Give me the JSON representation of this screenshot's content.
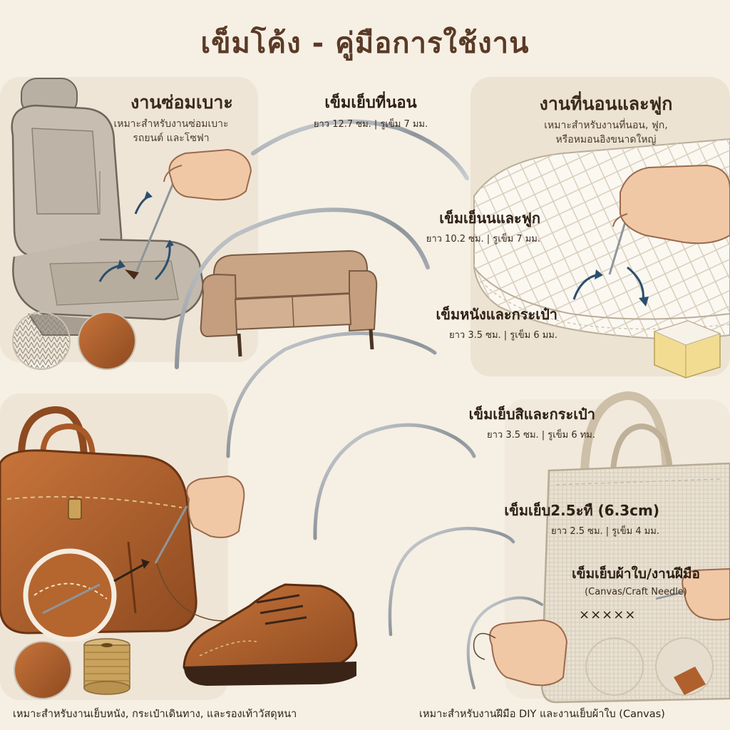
{
  "title": "เข็มโค้ง - คู่มือการใช้งาน",
  "sections": {
    "seat": {
      "heading": "งานซ่อมเบาะ",
      "desc_line1": "เหมาะสำหรับงานซ่อมเบาะ",
      "desc_line2": "รถยนต์ และโซฟา"
    },
    "mattress": {
      "heading": "งานที่นอนและฟูก",
      "desc_line1": "เหมาะสำหรับงานที่นอน, ฟูก,",
      "desc_line2": "หรือหมอนอิงขนาดใหญ่"
    },
    "leather": {
      "caption": "เหมาะสำหรับงานเย็บหนัง, กระเป๋าเดินทาง, และรองเท้าวัสดุหนา"
    },
    "canvas": {
      "caption": "เหมาะสำหรับงานฝีมือ DIY และงานเย็บผ้าใบ (Canvas)"
    }
  },
  "needles": [
    {
      "name": "เข็มเย็บที่นอน",
      "spec": "ยาว 12.7 ซม. | รูเข็ม 7 มม."
    },
    {
      "name": "เข็มเย็นนและฟูก",
      "spec": "ยาว 10.2 ซม. | รูเข็ม 7 มม."
    },
    {
      "name": "เข็มหนังและกระเป๋า",
      "spec": "ยาว 3.5 ซม. | รูเข็ม 6 มม."
    },
    {
      "name": "เข็มเย็บสิและกระเป๋า",
      "spec": "ยาว 3.5 ซม. | รูเข็ม 6 ทม."
    },
    {
      "name": "เข็มเย็บ2.5ะทื (6.3cm)",
      "spec": "ยาว 2.5 ซม. | รูเข็ม 4 มม."
    },
    {
      "name": "เข็มเย็บผ้าใบ/งานฝีมือ",
      "spec": "(Canvas/Craft Needle)"
    }
  ],
  "stitch_marks": "×××××",
  "colors": {
    "background": "#f6efe4",
    "title": "#5a3a26",
    "leather": "#b0602c",
    "steel": "#9aa0a6",
    "arrow": "#2b4f6e"
  }
}
